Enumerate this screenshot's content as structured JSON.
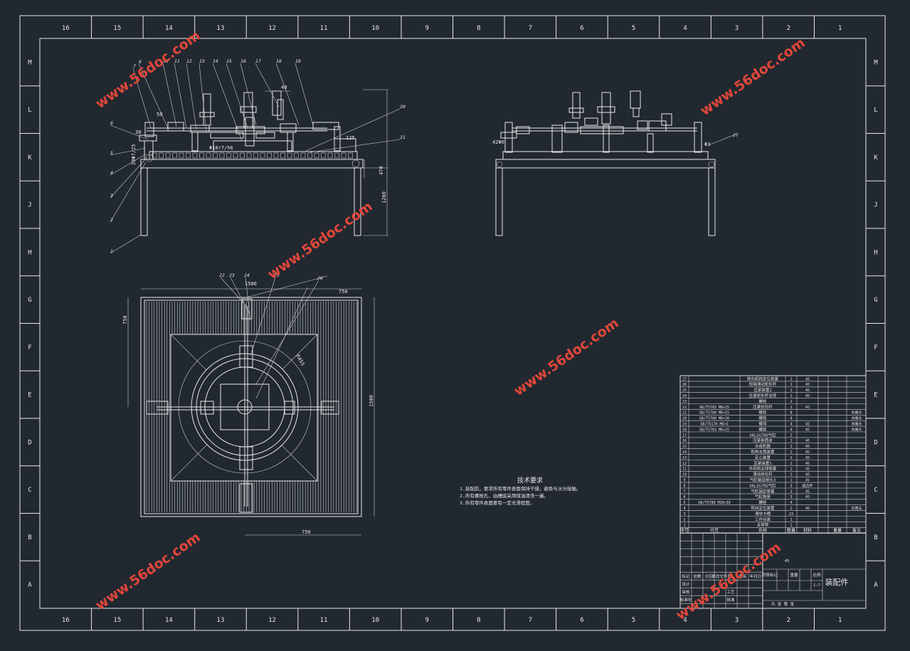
{
  "border": {
    "columns": [
      "16",
      "15",
      "14",
      "13",
      "12",
      "11",
      "10",
      "9",
      "8",
      "7",
      "6",
      "5",
      "4",
      "3",
      "2",
      "1"
    ],
    "rows": [
      "M",
      "L",
      "K",
      "J",
      "H",
      "G",
      "F",
      "E",
      "D",
      "C",
      "B",
      "A"
    ]
  },
  "watermark": "www.56doc.com",
  "tech_requirements": {
    "title": "技术要求",
    "lines": [
      "1.装配前，要求所有零件表面保持干燥，避免与水分接触。",
      "2.所有螺栓孔，由槽底采用煤油清洗一遍。",
      "3.所有零件表面要有一定光滑程度。"
    ]
  },
  "dimensions": {
    "front_40": "40",
    "front_50": "50",
    "front_30": "30",
    "front_shaft": "Φ10r7/h6",
    "front_125": "125",
    "front_470": "470",
    "front_1200": "1200",
    "front_side": "20Φ7/25",
    "side_left": "42Φ6",
    "side_right": "Φ3",
    "top_1500": "1500",
    "top_750_top": "750",
    "top_750_left": "750",
    "top_1500_right": "1500",
    "top_750_bottom": "750",
    "top_radius": "R455"
  },
  "front_labels": [
    "1",
    "2",
    "3",
    "4",
    "5",
    "6",
    "7",
    "8",
    "10",
    "11",
    "12",
    "13",
    "14",
    "15",
    "16",
    "17",
    "18",
    "19",
    "20",
    "21"
  ],
  "side_labels": [
    "27"
  ],
  "top_labels": [
    "22",
    "23",
    "24",
    "25",
    "26"
  ],
  "bom_rows": [
    {
      "n": "27",
      "code": "",
      "name": "转向机构定位装置",
      "q": "1",
      "m": "45"
    },
    {
      "n": "26",
      "code": "",
      "name": "短轴滑动矩形杆",
      "q": "1",
      "m": "45"
    },
    {
      "n": "25",
      "code": "",
      "name": "压紧装置2",
      "q": "1",
      "m": "45"
    },
    {
      "n": "24",
      "code": "",
      "name": "压紧矩形杆支撑",
      "q": "1",
      "m": "45"
    },
    {
      "n": "23",
      "code": "",
      "name": "螺栓",
      "q": "2",
      "m": ""
    },
    {
      "n": "22",
      "code": "GB/T5783 M6×25",
      "name": "压紧矩形杆",
      "q": "1",
      "m": "45"
    },
    {
      "n": "21",
      "code": "GB/T5780 M6×15",
      "name": "螺栓",
      "q": "8",
      "m": ""
    },
    {
      "n": "20",
      "code": "GB/T5780 M8×30",
      "name": "螺栓",
      "q": "4",
      "m": ""
    },
    {
      "n": "19",
      "code": "GB/T6170 M6×5",
      "name": "螺母",
      "q": "4",
      "m": "45"
    },
    {
      "n": "18",
      "code": "GB/T5783 M6×25",
      "name": "螺栓",
      "q": "4",
      "m": "45"
    },
    {
      "n": "17",
      "code": "",
      "name": "VALSG7RO气缸",
      "q": "2",
      "m": ""
    },
    {
      "n": "16",
      "code": "",
      "name": "压紧卷筒夹",
      "q": "1",
      "m": "45"
    },
    {
      "n": "15",
      "code": "",
      "name": "合成机器",
      "q": "1",
      "m": "45"
    },
    {
      "n": "14",
      "code": "",
      "name": "机构支撑装置",
      "q": "1",
      "m": "45"
    },
    {
      "n": "13",
      "code": "",
      "name": "定心装置",
      "q": "1",
      "m": "45"
    },
    {
      "n": "12",
      "code": "",
      "name": "压紧装置1",
      "q": "1",
      "m": "45"
    },
    {
      "n": "11",
      "code": "",
      "name": "外机构支撑装置",
      "q": "1",
      "m": "45"
    },
    {
      "n": "10",
      "code": "",
      "name": "滑动矩形杆",
      "q": "1",
      "m": "45"
    },
    {
      "n": "9",
      "code": "",
      "name": "气缸轴连接头3",
      "q": "1",
      "m": "45"
    },
    {
      "n": "8",
      "code": "",
      "name": "VALSG7RO气缸",
      "q": "3",
      "m": "组合件"
    },
    {
      "n": "7",
      "code": "",
      "name": "气缸固定装置",
      "q": "3",
      "m": "45"
    },
    {
      "n": "6",
      "code": "",
      "name": "气缸拖座",
      "q": "3",
      "m": "45"
    },
    {
      "n": "5",
      "code": "GB/T5780 M10×30",
      "name": "螺栓",
      "q": "4",
      "m": ""
    },
    {
      "n": "4",
      "code": "",
      "name": "转向定位装置",
      "q": "1",
      "m": "45"
    },
    {
      "n": "3",
      "code": "",
      "name": "滑块卡槽",
      "q": "23",
      "m": ""
    },
    {
      "n": "2",
      "code": "",
      "name": "工作台面",
      "q": "1",
      "m": ""
    },
    {
      "n": "1",
      "code": "",
      "name": "支撑架",
      "q": "1",
      "m": ""
    }
  ],
  "bom_notes": [
    "",
    "",
    "",
    "",
    "",
    "",
    "内角头",
    "内角头",
    "内角头",
    "内角头",
    "",
    "",
    "",
    "",
    "",
    "",
    "",
    "",
    "",
    "",
    "",
    "",
    "",
    "内角头",
    "",
    "",
    ""
  ],
  "bom_header": {
    "n": "序号",
    "code": "代号",
    "name": "名称",
    "q": "数量",
    "m": "材料",
    "w": "重量",
    "note": "备注"
  },
  "title_block": {
    "drawing_title": "装配件",
    "scale": "1:7",
    "stage": "阶段标记",
    "weight": "重量",
    "ratio": "比例",
    "sheet": "共 张 第 张",
    "design": "设计",
    "check": "审核",
    "process": "工艺",
    "approve": "批准",
    "std": "标准化",
    "mark": "标记",
    "count": "处数",
    "zone": "分区",
    "change": "更改文件号",
    "sign": "签名",
    "date": "年月日",
    "material": "45"
  }
}
